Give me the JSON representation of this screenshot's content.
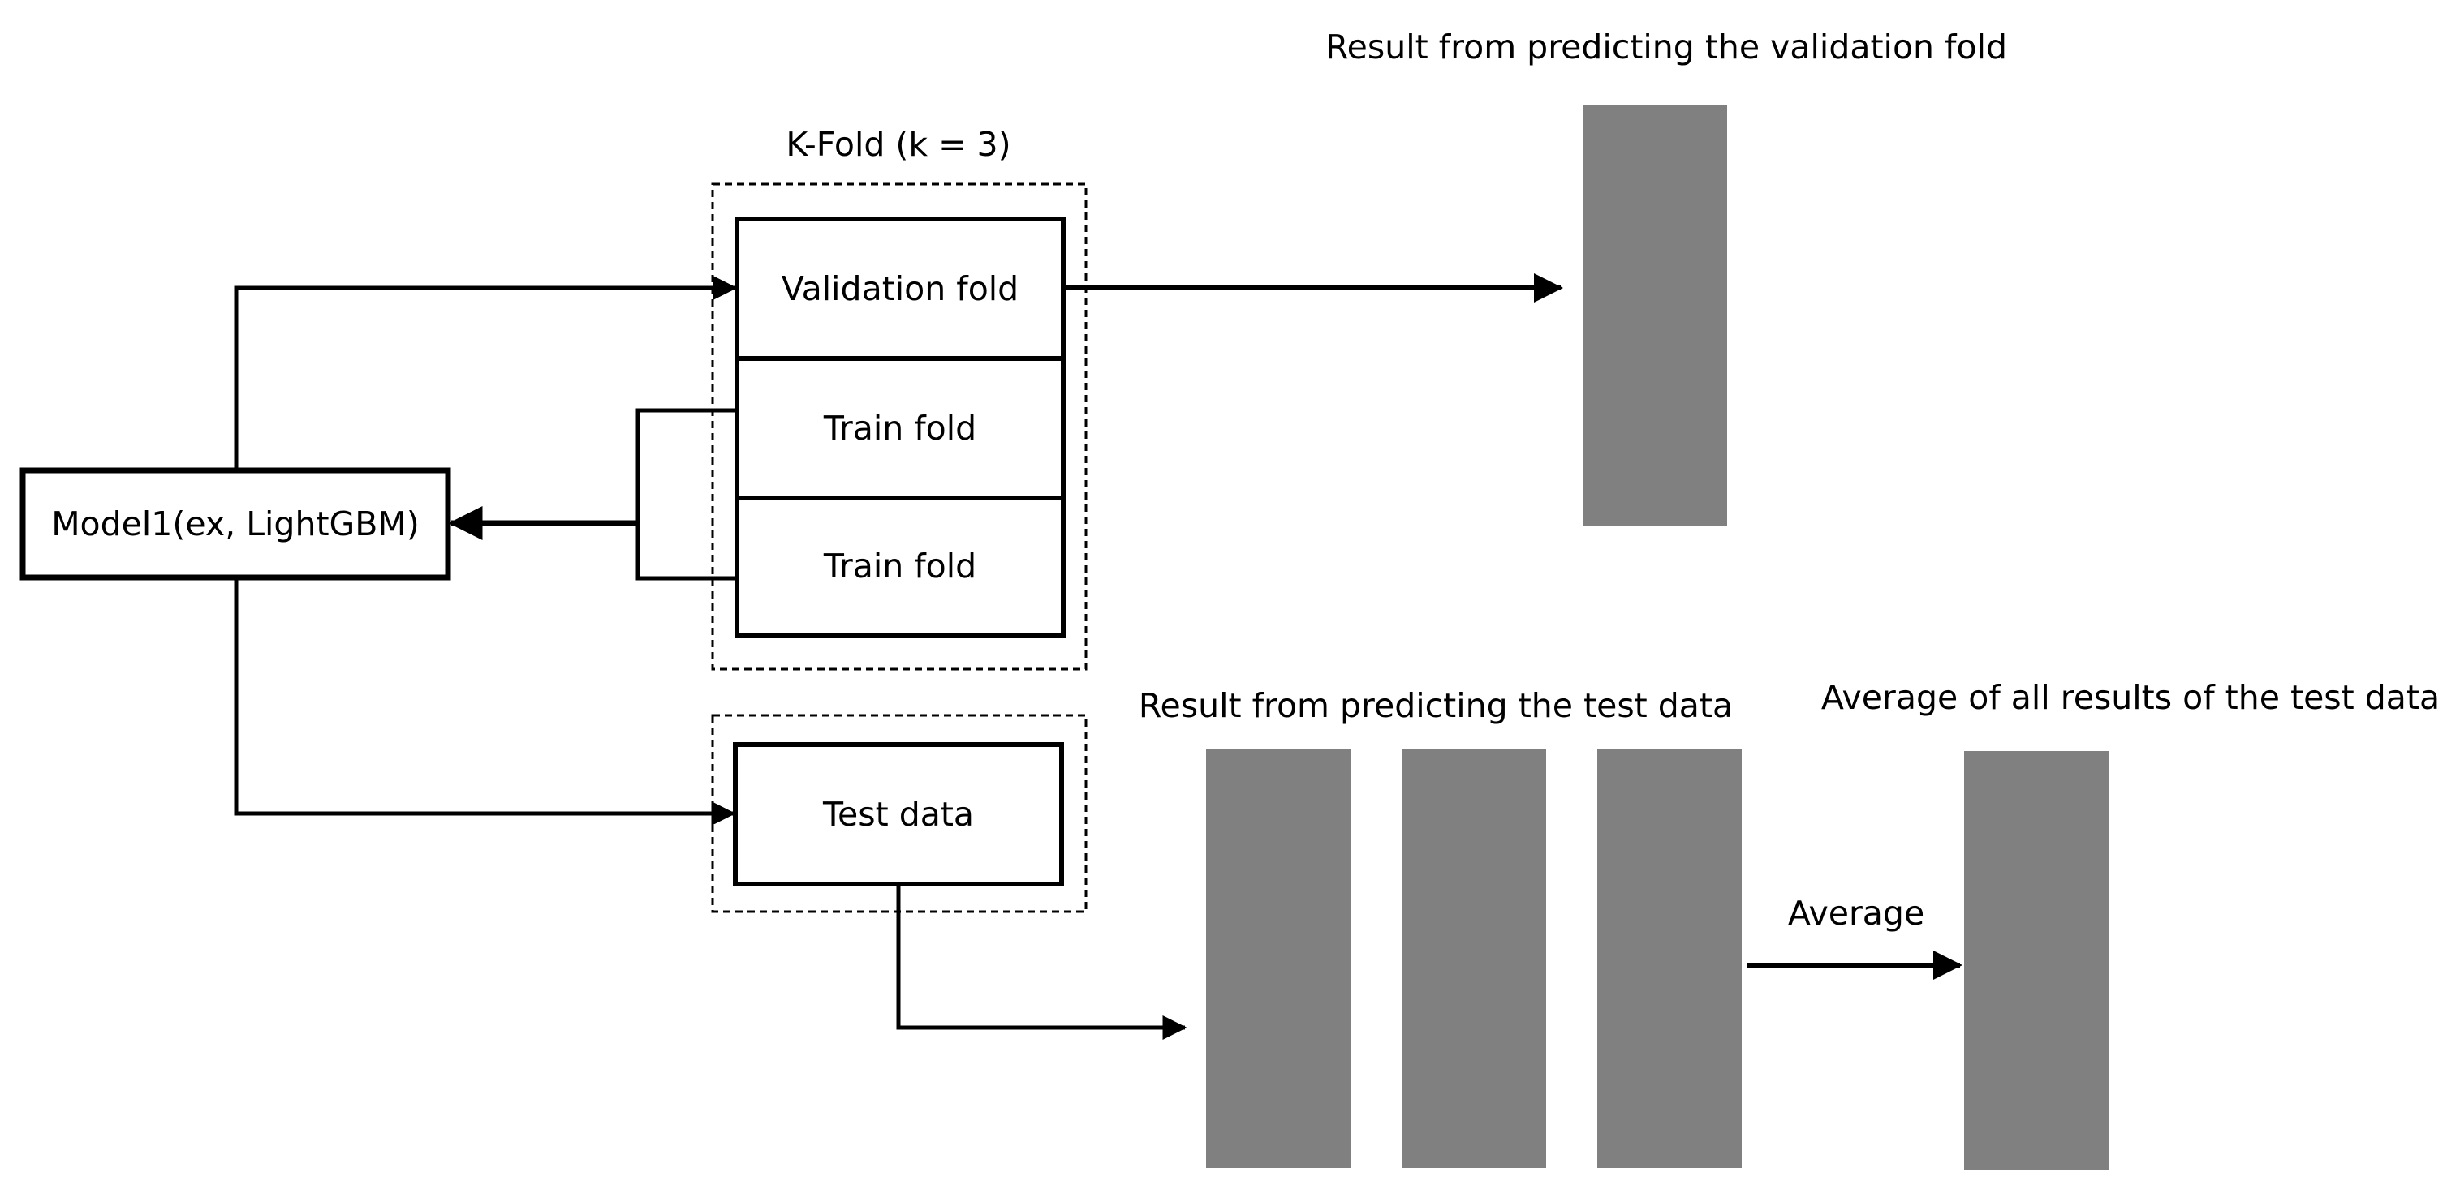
{
  "colors": {
    "stroke": "#000000",
    "bar_fill": "#808080",
    "background": "#ffffff"
  },
  "diagram": {
    "model": {
      "label": "Model1(ex, LightGBM)"
    },
    "kfold": {
      "title": "K-Fold (k = 3)",
      "folds": [
        "Validation fold",
        "Train fold",
        "Train fold"
      ]
    },
    "test_data": {
      "label": "Test data"
    },
    "validation_result": {
      "title": "Result from predicting the validation fold",
      "bar_count": 1
    },
    "test_results": {
      "title": "Result from predicting the test data",
      "bar_count": 3
    },
    "average": {
      "arrow_label": "Average",
      "title": "Average of all results of the test data",
      "bar_count": 1
    }
  }
}
